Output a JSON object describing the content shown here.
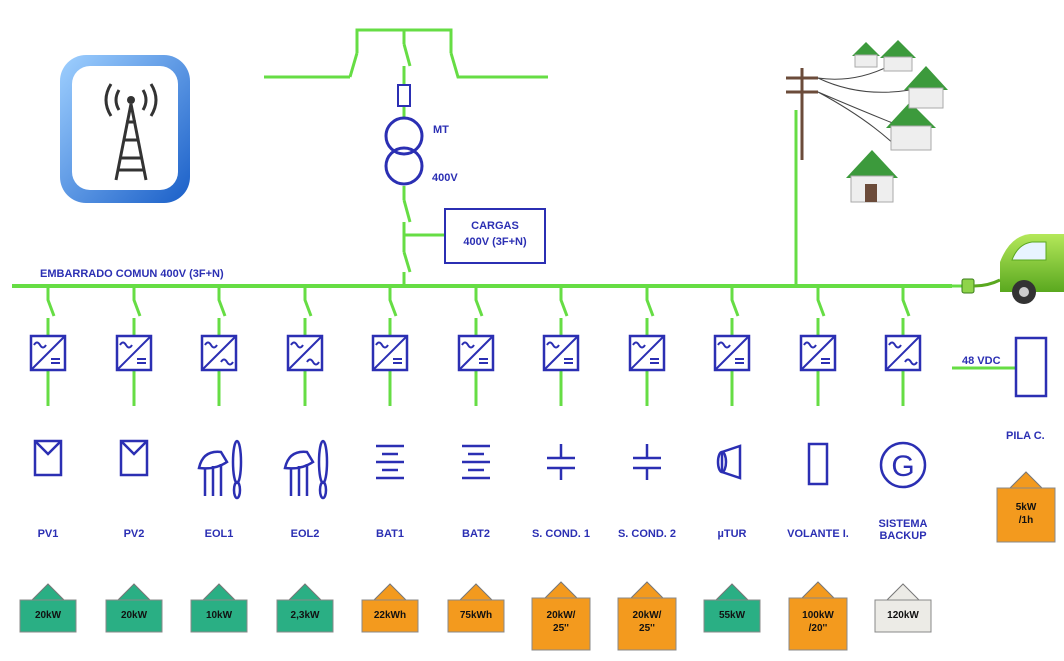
{
  "transformer": {
    "mt_label": "MT",
    "lv_label": "400V"
  },
  "loads_box": {
    "line1": "CARGAS",
    "line2": "400V (3F+N)"
  },
  "busbar_label": "EMBARRADO COMUN 400V (3F+N)",
  "dc_link_label": "48 VDC",
  "fuel_cell_label": "PILA C.",
  "colors": {
    "line": "#66dd44",
    "symbol": "#2b2fb3",
    "green_badge": "#2aaf84",
    "orange_badge": "#f39a1e",
    "white_badge": "#ecebe6"
  },
  "units": [
    {
      "label": "PV1",
      "converter": "dc",
      "icon": "pv-panel-icon",
      "rating": "20kW",
      "badge": "green"
    },
    {
      "label": "PV2",
      "converter": "dc",
      "icon": "pv-panel-icon",
      "rating": "20kW",
      "badge": "green"
    },
    {
      "label": "EOL1",
      "converter": "ac",
      "icon": "wind-turbine-icon",
      "rating": "10kW",
      "badge": "green"
    },
    {
      "label": "EOL2",
      "converter": "ac",
      "icon": "wind-turbine-icon",
      "rating": "2,3kW",
      "badge": "green"
    },
    {
      "label": "BAT1",
      "converter": "dc",
      "icon": "battery-icon",
      "rating": "22kWh",
      "badge": "orange"
    },
    {
      "label": "BAT2",
      "converter": "dc",
      "icon": "battery-icon",
      "rating": "75kWh",
      "badge": "orange"
    },
    {
      "label": "S. COND. 1",
      "converter": "dc",
      "icon": "capacitor-icon",
      "rating": "20kW/\n25''",
      "badge": "orange"
    },
    {
      "label": "S. COND. 2",
      "converter": "dc",
      "icon": "capacitor-icon",
      "rating": "20kW/\n25''",
      "badge": "orange"
    },
    {
      "label": "µTUR",
      "converter": "dc",
      "icon": "microturbine-icon",
      "rating": "55kW",
      "badge": "green"
    },
    {
      "label": "VOLANTE I.",
      "converter": "dc",
      "icon": "flywheel-icon",
      "rating": "100kW\n/20''",
      "badge": "orange"
    },
    {
      "label": "SISTEMA\nBACKUP",
      "converter": "ac",
      "icon": "generator-icon",
      "generator_letter": "G",
      "rating": "120kW",
      "badge": "white"
    }
  ],
  "fuel_cell_rating": "5kW\n/1h"
}
